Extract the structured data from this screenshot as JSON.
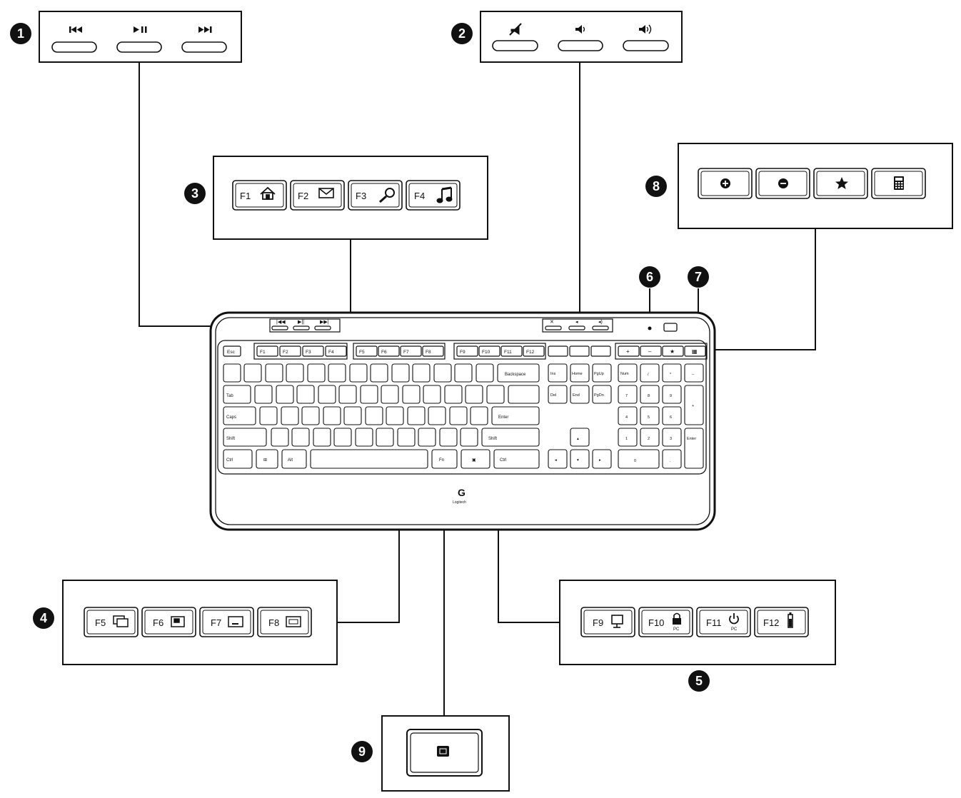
{
  "callouts": {
    "c1": "1",
    "c2": "2",
    "c3": "3",
    "c4": "4",
    "c5": "5",
    "c6": "6",
    "c7": "7",
    "c8": "8",
    "c9": "9"
  },
  "fkeys": {
    "f1": "F1",
    "f2": "F2",
    "f3": "F3",
    "f4": "F4",
    "f5": "F5",
    "f6": "F6",
    "f7": "F7",
    "f8": "F8",
    "f9": "F9",
    "f10": "F10",
    "f11": "F11",
    "f12": "F12"
  },
  "keys": {
    "esc": "Esc",
    "backspace": "Backspace",
    "enter": "Enter",
    "fn": "Fn",
    "shift": "Shift",
    "ctrl": "Ctrl",
    "tab": "Tab",
    "caps": "Caps",
    "alt": "Alt",
    "home": "Home",
    "del": "Del",
    "end": "End",
    "pgup": "PgUp",
    "pgdn": "PgDn",
    "ins": "Ins",
    "num": "Num",
    "numenter": "Enter",
    "pc": "PC",
    "brand": "Logitech"
  },
  "icons": {
    "group1": [
      "previous-track-icon",
      "play-pause-icon",
      "next-track-icon"
    ],
    "group2": [
      "mute-icon",
      "volume-down-icon",
      "volume-up-icon"
    ],
    "group3": [
      "home-icon",
      "mail-icon",
      "search-icon",
      "music-icon"
    ],
    "group4": [
      "windows-icon",
      "flip-icon",
      "minimize-icon",
      "window-icon"
    ],
    "group5": [
      "display-icon",
      "lock-icon",
      "power-icon",
      "battery-icon"
    ],
    "group8": [
      "zoom-in-icon",
      "zoom-out-icon",
      "star-icon",
      "calculator-icon"
    ],
    "group9": [
      "fn-key-icon"
    ]
  }
}
